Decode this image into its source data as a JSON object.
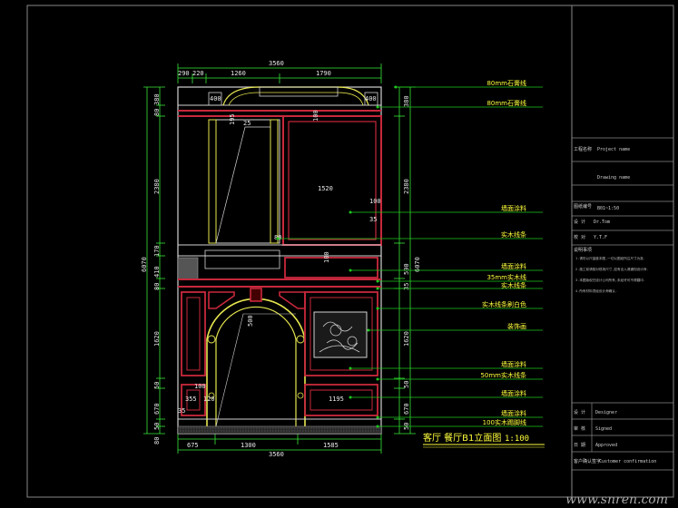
{
  "drawing": {
    "top_total": "3560",
    "top_dims": [
      "290",
      "220",
      "1260",
      "1790"
    ],
    "bottom_total": "3560",
    "bottom_dims": [
      "675",
      "1300",
      "1585"
    ],
    "left_total": "6070",
    "left_dims": [
      "380",
      "80",
      "2380",
      "170",
      "410",
      "80",
      "1620",
      "50",
      "670",
      "50",
      "80"
    ],
    "right_total": "6070",
    "right_dims": [
      "380",
      "2380",
      "590",
      "35",
      "1620",
      "50",
      "670",
      "50"
    ],
    "inner_dims": [
      "400",
      "400",
      "195",
      "25",
      "100",
      "1520",
      "100",
      "35",
      "80",
      "100",
      "500",
      "100",
      "355",
      "120",
      "35",
      "1195"
    ],
    "annotations": [
      "80mm石膏线",
      "80mm石膏线",
      "墙面涂料",
      "实木线条",
      "墙面涂料",
      "35mm实木线",
      "实木线条",
      "实木线条刷白色",
      "装饰画",
      "墙面涂料",
      "50mm实木线条",
      "墙面涂料",
      "墙面涂料",
      "100实木踢脚线"
    ],
    "title": "客厅 餐厅B1立面图",
    "scale": "1:100"
  },
  "title_block": {
    "rows": [
      {
        "label": "工程名称",
        "value": "Project name"
      },
      {
        "label": "",
        "value": "Drawing name"
      },
      {
        "label": "图纸编号",
        "value": "B01~1:50"
      },
      {
        "label": "设  计",
        "value": "Dr.Tom"
      },
      {
        "label": "校  对",
        "value": "Y.T.F"
      },
      {
        "label": "说明事项",
        "value": ""
      }
    ],
    "notes": [
      "1.请勿以尺量度本图,一切以图纸所注尺寸为准.",
      "2.施工前请核对现场尺寸,如有出入请通知设计师.",
      "3.本图版权归设计公司所有,未经许可不得翻印.",
      "4.所有材料须经设计师确认."
    ],
    "signoff": [
      {
        "label": "设  计",
        "value": "Designer"
      },
      {
        "label": "审  核",
        "value": "Signed"
      },
      {
        "label": "日  期",
        "value": "Approved"
      }
    ],
    "footer_label": "客户确认签字",
    "footer_value": "Customer confirmation"
  },
  "watermark": "www.snren.com",
  "colors": {
    "background": "#000000",
    "panel": "#c8283c",
    "dim": "#38e838",
    "leader": "#1ec81e",
    "arch": "#e6e650",
    "wall": "#d2d2d2",
    "text": "#ffff3c",
    "frame": "#bbbbbb"
  }
}
